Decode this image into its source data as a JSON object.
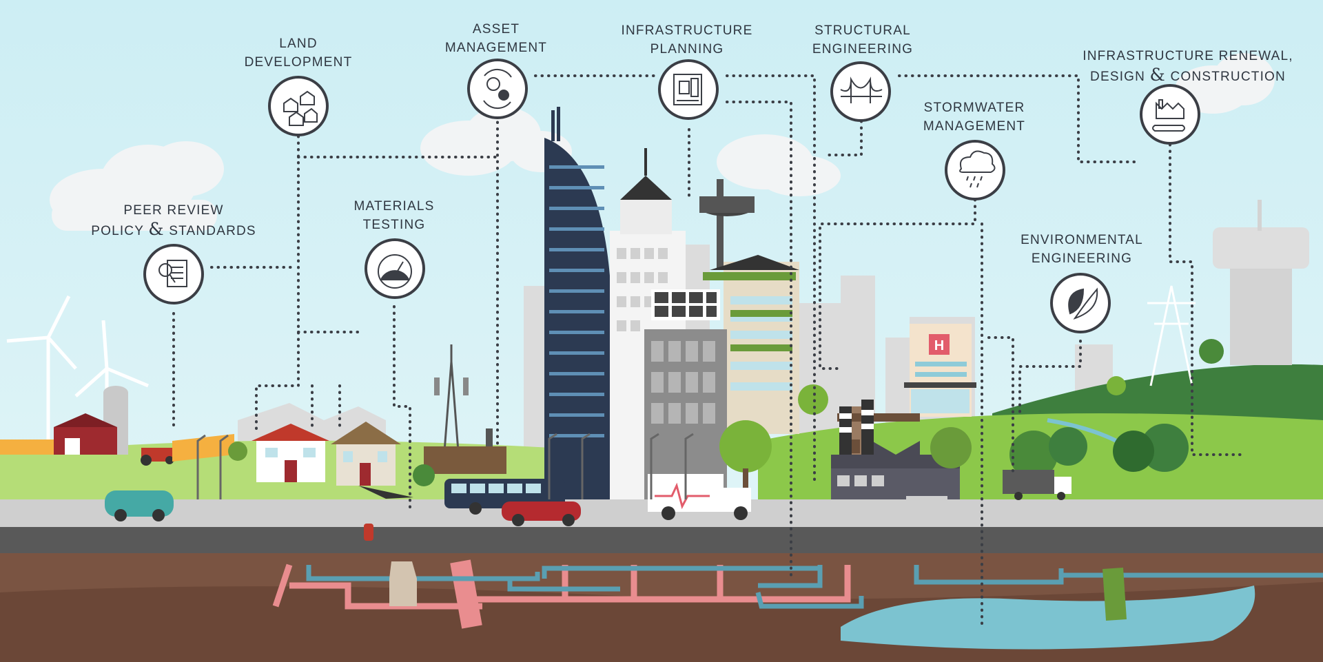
{
  "services": [
    {
      "id": "land-development",
      "lines": [
        "LAND",
        "DEVELOPMENT"
      ],
      "icon": "houses-icon"
    },
    {
      "id": "asset-management",
      "lines": [
        "ASSET",
        "MANAGEMENT"
      ],
      "icon": "gears-cycle-icon"
    },
    {
      "id": "infrastructure-planning",
      "lines": [
        "INFRASTRUCTURE",
        "PLANNING"
      ],
      "icon": "blueprint-icon"
    },
    {
      "id": "structural-engineering",
      "lines": [
        "STRUCTURAL",
        "ENGINEERING"
      ],
      "icon": "bridge-icon"
    },
    {
      "id": "infrastructure-renewal",
      "lines": [
        "INFRASTRUCTURE RENEWAL,",
        "DESIGN",
        "&",
        "CONSTRUCTION"
      ],
      "icon": "factory-bulldozer-icon"
    },
    {
      "id": "stormwater-management",
      "lines": [
        "STORMWATER",
        "MANAGEMENT"
      ],
      "icon": "rain-cloud-icon"
    },
    {
      "id": "peer-review",
      "lines": [
        "PEER REVIEW",
        "POLICY",
        "&",
        "STANDARDS"
      ],
      "icon": "document-magnifier-icon"
    },
    {
      "id": "materials-testing",
      "lines": [
        "MATERIALS",
        "TESTING"
      ],
      "icon": "gauge-icon"
    },
    {
      "id": "environmental-engineering",
      "lines": [
        "ENVIRONMENTAL",
        "ENGINEERING"
      ],
      "icon": "leaf-icon"
    }
  ],
  "signs": {
    "hospital": "H"
  },
  "colors": {
    "sky": "#d8f2f7",
    "cloud": "#f1f3f4",
    "grass": "#b5dd77",
    "hill": "#3e7f3e",
    "road": "#cfcfcf",
    "asphalt": "#595959",
    "soil": "#7a5442",
    "pipe_pink": "#e98d8f",
    "pipe_blue": "#5a9fb2",
    "water": "#7cc3d0",
    "icon_ring": "#3b3e45",
    "dots": "#3b3e45"
  }
}
